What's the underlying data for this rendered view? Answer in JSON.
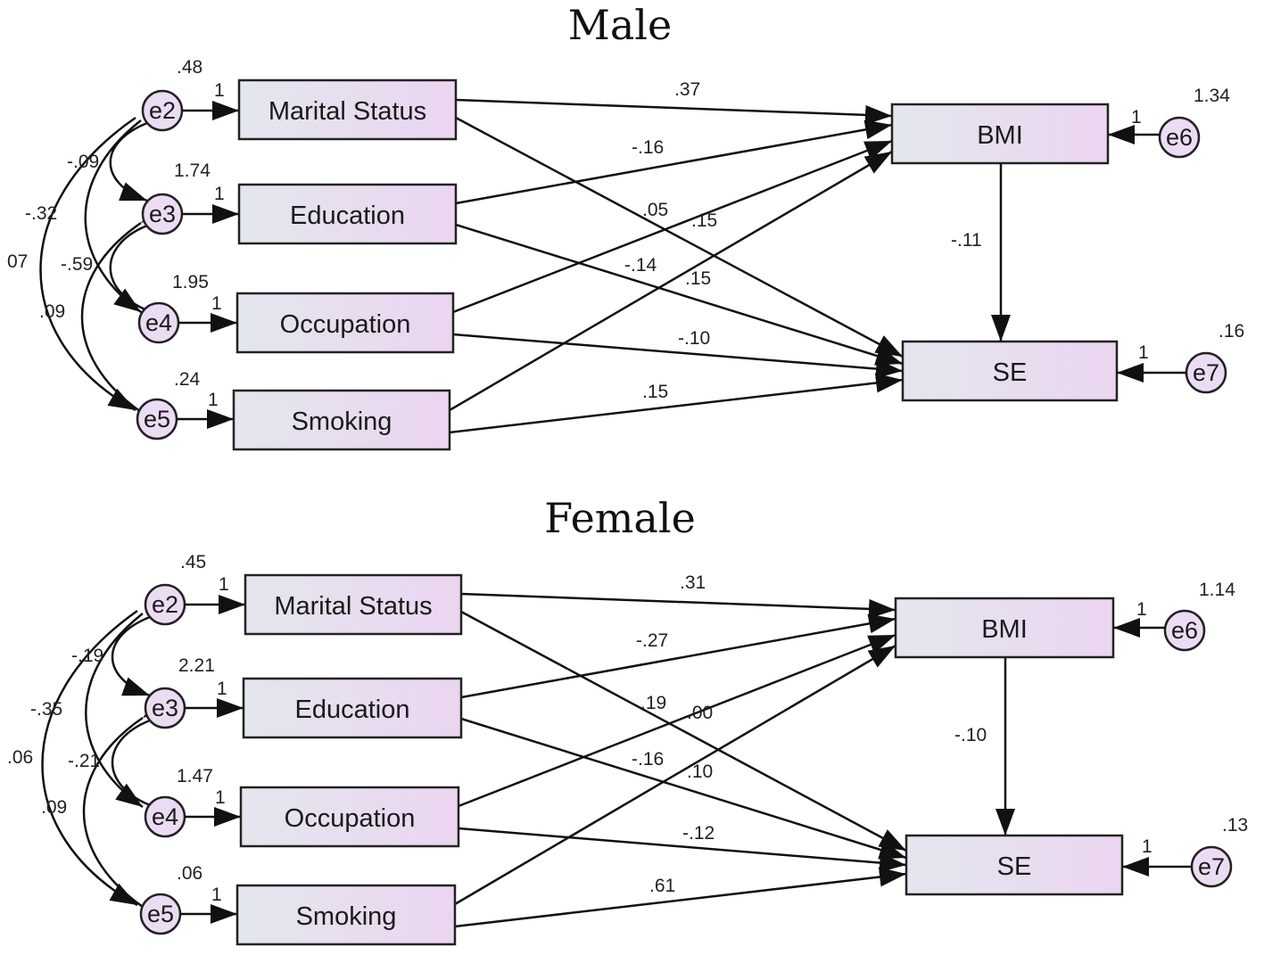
{
  "panels": [
    {
      "title": "Male",
      "observed": [
        "Marital Status",
        "Education",
        "Occupation",
        "Smoking"
      ],
      "errors": [
        "e2",
        "e3",
        "e4",
        "e5"
      ],
      "error_variances": [
        ".48",
        "1.74",
        "1.95",
        ".24"
      ],
      "error_paths": [
        "1",
        "1",
        "1",
        "1"
      ],
      "covariances": {
        "e2_e3": "-.09",
        "e2_e4": "-.32",
        "e2_e5": "07",
        "e3_e4": "-.59",
        "e3_e5": ".09"
      },
      "bmi": {
        "label": "BMI",
        "error": "e6",
        "error_variance": "1.34",
        "error_path": "1"
      },
      "se": {
        "label": "SE",
        "error": "e7",
        "error_variance": ".16",
        "error_path": "1"
      },
      "paths_to_bmi": [
        ".37",
        "-.16",
        ".15",
        ".15"
      ],
      "paths_to_se": [
        ".05",
        "-.14",
        "-.10",
        ".15"
      ],
      "bmi_to_se": "-.11"
    },
    {
      "title": "Female",
      "observed": [
        "Marital Status",
        "Education",
        "Occupation",
        "Smoking"
      ],
      "errors": [
        "e2",
        "e3",
        "e4",
        "e5"
      ],
      "error_variances": [
        ".45",
        "2.21",
        "1.47",
        ".06"
      ],
      "error_paths": [
        "1",
        "1",
        "1",
        "1"
      ],
      "covariances": {
        "e2_e3": "-.19",
        "e2_e4": "-.35",
        "e2_e5": ".06",
        "e3_e4": "-.21",
        "e3_e5": ".09"
      },
      "bmi": {
        "label": "BMI",
        "error": "e6",
        "error_variance": "1.14",
        "error_path": "1"
      },
      "se": {
        "label": "SE",
        "error": "e7",
        "error_variance": ".13",
        "error_path": "1"
      },
      "paths_to_bmi": [
        ".31",
        "-.27",
        ".00",
        ".10"
      ],
      "paths_to_se": [
        ".19",
        "-.16",
        "-.12",
        ".61"
      ],
      "bmi_to_se": "-.10"
    }
  ]
}
